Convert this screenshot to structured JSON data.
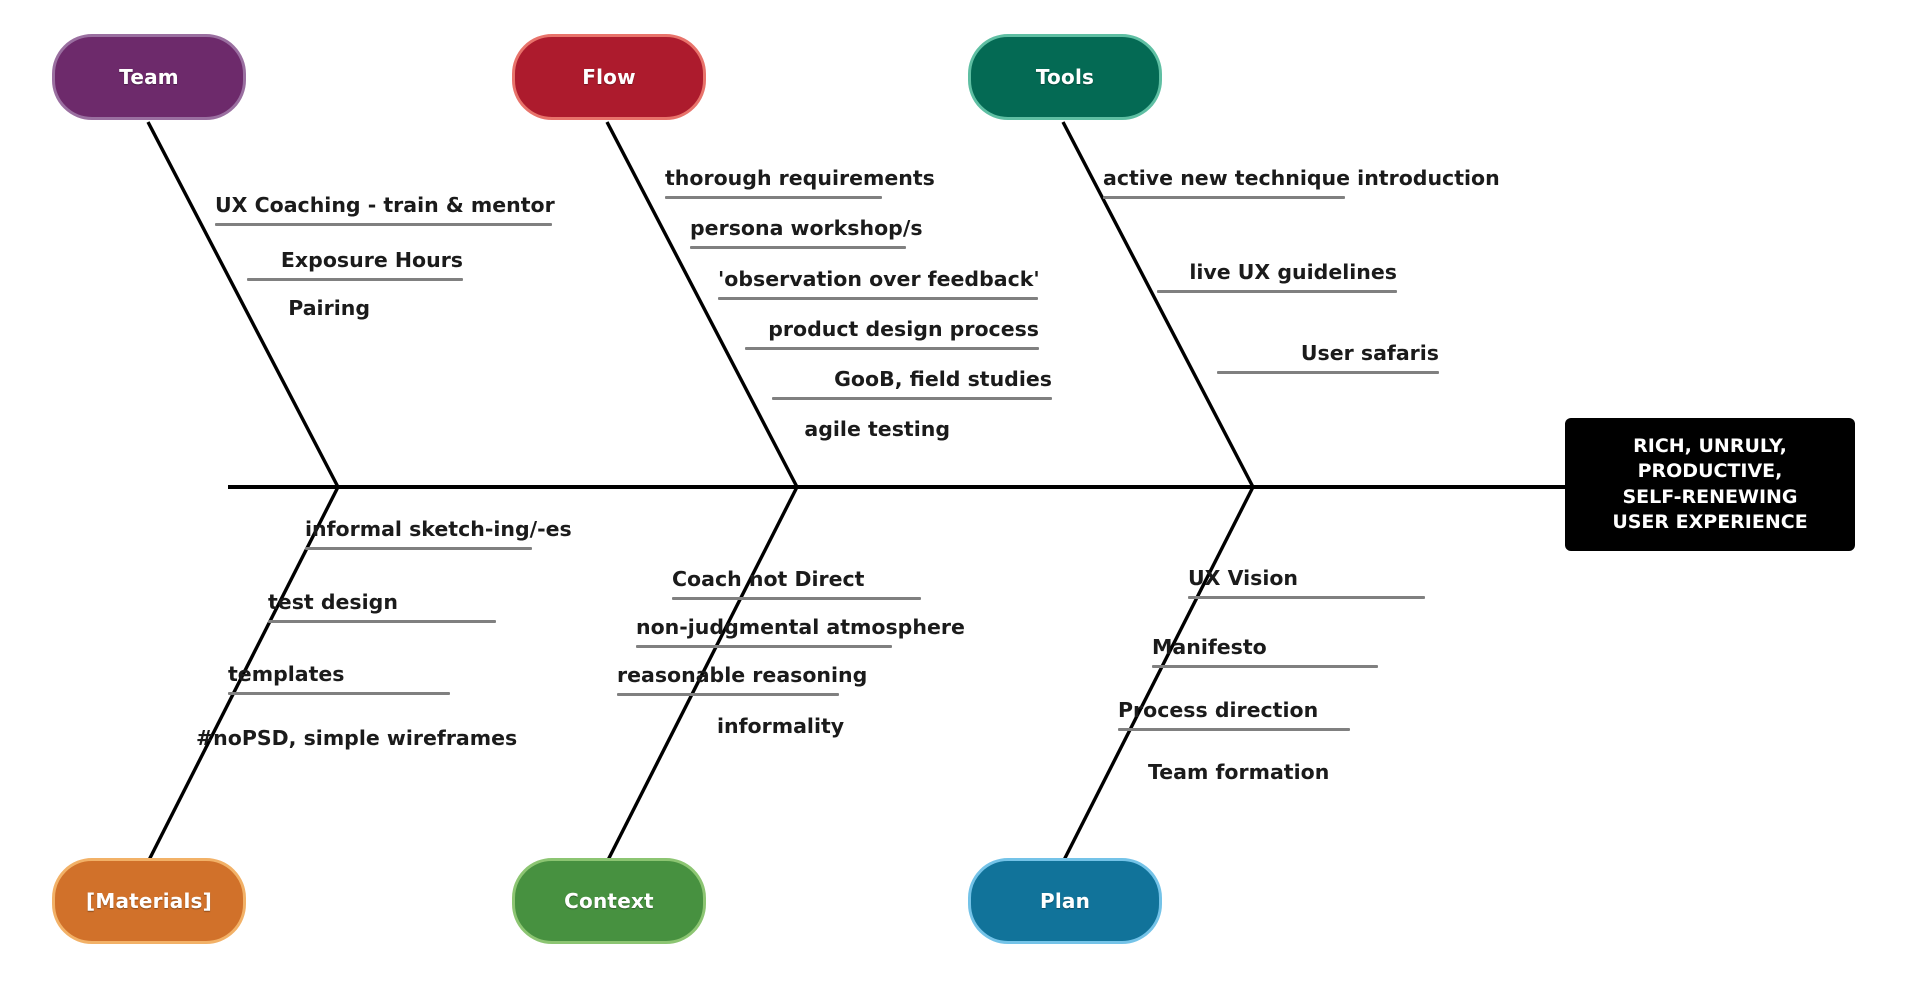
{
  "diagram": {
    "type": "fishbone-ishikawa",
    "effect": {
      "label": "RICH, UNRULY,\nPRODUCTIVE,\nSELF-RENEWING\nUSER EXPERIENCE",
      "line1": "RICH, UNRULY,",
      "line2": "PRODUCTIVE,",
      "line3": "SELF-RENEWING",
      "line4": "USER EXPERIENCE",
      "background_color": "#000000",
      "text_color": "#ffffff"
    },
    "spine_color": "#000000",
    "rule_color": "#808080",
    "categories": [
      {
        "id": "team",
        "label": "Team",
        "position": "top",
        "fill_color": "#6d2a6b",
        "border_color": "#9a6fa0",
        "causes": [
          "UX Coaching - train & mentor",
          "Exposure Hours",
          "Pairing"
        ]
      },
      {
        "id": "flow",
        "label": "Flow",
        "position": "top",
        "fill_color": "#ad1b2d",
        "border_color": "#e8736b",
        "causes": [
          "thorough requirements",
          "persona workshop/s",
          "'observation over feedback'",
          "product design process",
          "GooB, field studies",
          "agile testing"
        ]
      },
      {
        "id": "tools",
        "label": "Tools",
        "position": "top",
        "fill_color": "#046a54",
        "border_color": "#5fbfa3",
        "causes": [
          "active new technique introduction",
          "live UX guidelines",
          "User safaris"
        ]
      },
      {
        "id": "materials",
        "label": "[Materials]",
        "position": "bottom",
        "fill_color": "#d1712a",
        "border_color": "#f2b167",
        "causes": [
          "informal sketch-ing/-es",
          "test design",
          "templates",
          "#noPSD, simple wireframes"
        ]
      },
      {
        "id": "context",
        "label": "Context",
        "position": "bottom",
        "fill_color": "#479140",
        "border_color": "#8cc572",
        "causes": [
          "Coach not Direct",
          "non-judgmental atmosphere",
          "reasonable reasoning",
          "informality"
        ]
      },
      {
        "id": "plan",
        "label": "Plan",
        "position": "bottom",
        "fill_color": "#11739a",
        "border_color": "#74c3e8",
        "causes": [
          "UX Vision",
          "Manifesto",
          "Process direction",
          "Team formation"
        ]
      }
    ]
  }
}
